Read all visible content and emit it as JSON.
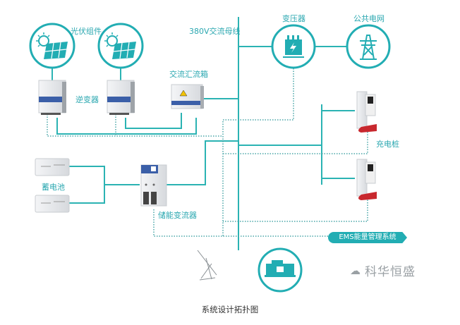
{
  "diagram": {
    "caption": "系统设计拓扑图",
    "bus_label": "380V交流母线",
    "nodes": {
      "pv_modules": "光伏组件",
      "inverter": "逆变器",
      "ac_combiner_box": "交流汇流箱",
      "transformer": "变压器",
      "public_grid": "公共电网",
      "battery": "蓄电池",
      "pcs": "储能变流器",
      "charging_pile": "充电桩",
      "ems": "EMS能量管理系统"
    },
    "watermark": "科华恒盛",
    "colors": {
      "accent": "#22adb3",
      "line": "#2bb3b3",
      "dotted": "#4aa6a8",
      "text": "#2aa7b0"
    },
    "icons": [
      "solar-panel-icon",
      "transformer-icon",
      "power-tower-icon",
      "generator-icon",
      "wind-turbine-icon",
      "wechat-icon"
    ]
  }
}
